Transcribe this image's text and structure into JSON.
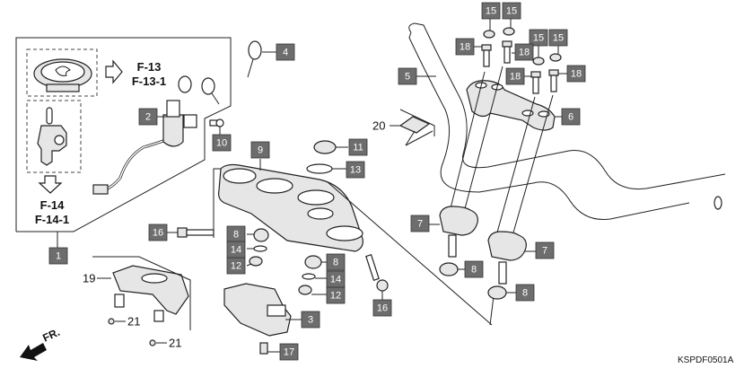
{
  "diagram": {
    "code": "KSPDF0501A",
    "front_indicator": "FR.",
    "references": {
      "fuel_cap": [
        "F-13",
        "F-13-1"
      ],
      "seat_lock": [
        "F-14",
        "F-14-1"
      ]
    },
    "callouts": [
      {
        "id": "c1",
        "label": "1"
      },
      {
        "id": "c2",
        "label": "2"
      },
      {
        "id": "c3",
        "label": "3"
      },
      {
        "id": "c4",
        "label": "4"
      },
      {
        "id": "c5",
        "label": "5"
      },
      {
        "id": "c6",
        "label": "6"
      },
      {
        "id": "c7a",
        "label": "7"
      },
      {
        "id": "c7b",
        "label": "7"
      },
      {
        "id": "c8a",
        "label": "8"
      },
      {
        "id": "c8b",
        "label": "8"
      },
      {
        "id": "c8c",
        "label": "8"
      },
      {
        "id": "c8d",
        "label": "8"
      },
      {
        "id": "c9",
        "label": "9"
      },
      {
        "id": "c10",
        "label": "10"
      },
      {
        "id": "c11",
        "label": "11"
      },
      {
        "id": "c12a",
        "label": "12"
      },
      {
        "id": "c12b",
        "label": "12"
      },
      {
        "id": "c13",
        "label": "13"
      },
      {
        "id": "c14a",
        "label": "14"
      },
      {
        "id": "c14b",
        "label": "14"
      },
      {
        "id": "c15a",
        "label": "15"
      },
      {
        "id": "c15b",
        "label": "15"
      },
      {
        "id": "c15c",
        "label": "15"
      },
      {
        "id": "c15d",
        "label": "15"
      },
      {
        "id": "c16a",
        "label": "16"
      },
      {
        "id": "c16b",
        "label": "16"
      },
      {
        "id": "c17",
        "label": "17"
      },
      {
        "id": "c18a",
        "label": "18"
      },
      {
        "id": "c18b",
        "label": "18"
      },
      {
        "id": "c18c",
        "label": "18"
      },
      {
        "id": "c18d",
        "label": "18"
      }
    ],
    "plain_labels": {
      "p19": "19",
      "p20": "20",
      "p21a": "21",
      "p21b": "21"
    }
  }
}
